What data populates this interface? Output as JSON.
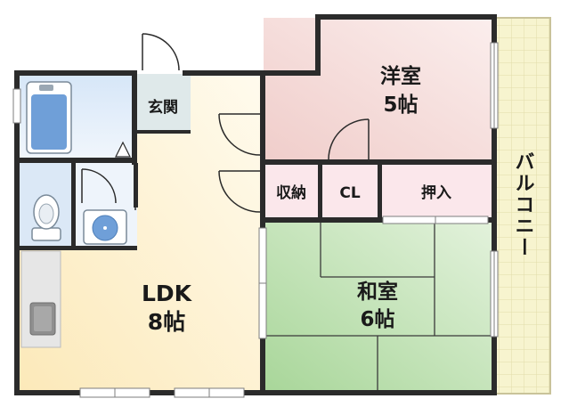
{
  "rooms": {
    "western": {
      "name": "洋室",
      "size": "5帖"
    },
    "ldk": {
      "name": "LDK",
      "size": "8帖"
    },
    "japanese": {
      "name": "和室",
      "size": "6帖"
    },
    "entrance": {
      "name": "玄関"
    },
    "storage": {
      "name": "収納"
    },
    "closet": {
      "name": "CL"
    },
    "oshiire": {
      "name": "押入"
    },
    "balcony": {
      "name": "バルコニー"
    }
  },
  "colors": {
    "wall": "#2b2b2b",
    "ldk_floor": "#fdf0c8",
    "western_floor": "#f2d3d0",
    "japanese_floor": "#bde0b0",
    "storage_floor": "#fbe6ea",
    "entrance_floor": "#dde8e8",
    "wet_area": "#dde9f6",
    "bathtub": "#6f9fd8",
    "balcony": "#f6f3cc"
  }
}
